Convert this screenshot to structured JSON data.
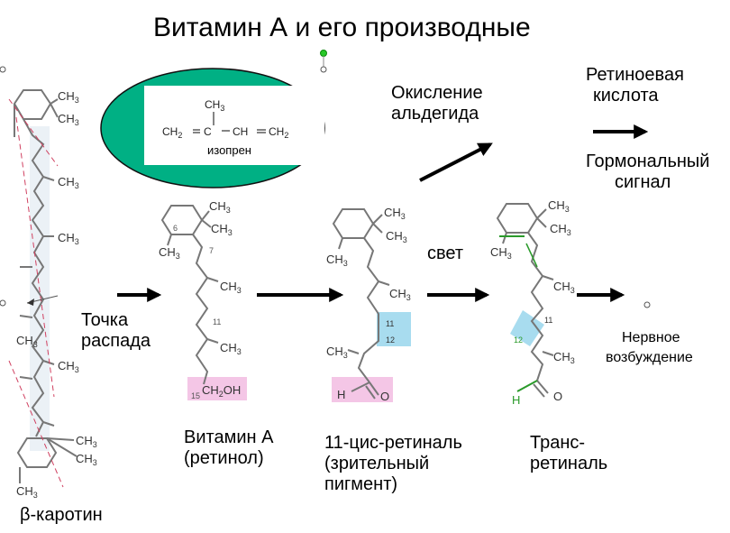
{
  "title": "Витамин А и его производные",
  "isoprene": {
    "ch3": "CH3",
    "left": "CH2=C—CH=CH2",
    "name": "изопрен"
  },
  "labels": {
    "oxidation_line1": "Окисление",
    "oxidation_line2": "альдегида",
    "retinoic_line1": "Ретиноевая",
    "retinoic_line2": "кислота",
    "hormonal_line1": "Гормональный",
    "hormonal_line2": "сигнал",
    "light": "свет",
    "cleavage_line1": "Точка",
    "cleavage_line2": "распада",
    "nerve_line1": "Нервное",
    "nerve_line2": "возбуждение",
    "vitamin_a_line1": "Витамин А",
    "vitamin_a_line2": "(ретинол)",
    "cis_retinal_line1": "11-цис-ретиналь",
    "cis_retinal_line2": "(зрительный",
    "cis_retinal_line3": "пигмент)",
    "trans_retinal_line1": "Транс-",
    "trans_retinal_line2": "ретиналь",
    "beta_carotene": "β-каротин"
  },
  "chem": {
    "ch3": "CH3",
    "ch2oh": "CH2OH",
    "h": "H",
    "o": "O",
    "n6": "6",
    "n7": "7",
    "n11": "11",
    "n12": "12",
    "n15": "15"
  },
  "colors": {
    "ellipse": "#00b084",
    "pink_highlight": "#f4c6e6",
    "blue_highlight": "#a8dcef",
    "green_bond": "#2a9a2a"
  }
}
